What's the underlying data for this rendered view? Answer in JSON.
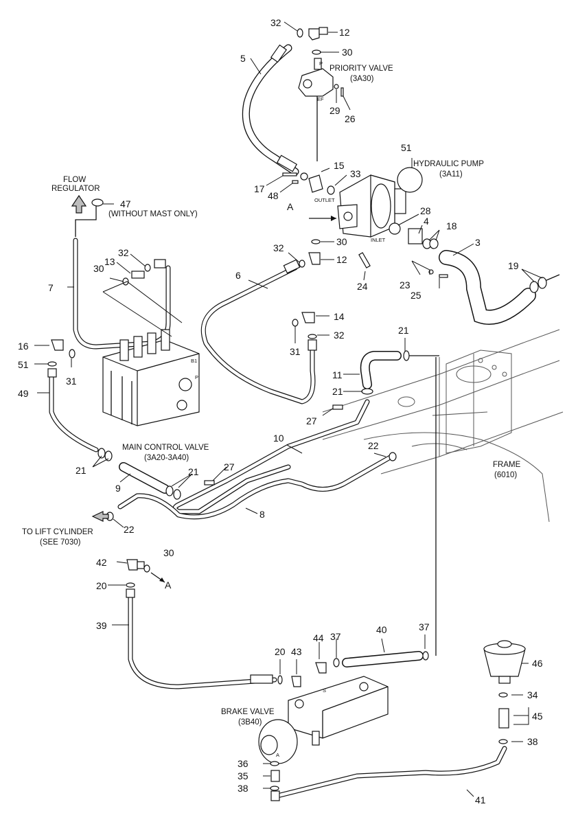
{
  "labels": {
    "priority_valve": "PRIORITY VALVE",
    "priority_valve_ref": "(3A30)",
    "hydraulic_pump": "HYDRAULIC PUMP",
    "hydraulic_pump_ref": "(3A11)",
    "flow_regulator_line1": "FLOW",
    "flow_regulator_line2": "REGULATOR",
    "without_mast": "(WITHOUT MAST ONLY)",
    "main_control_valve": "MAIN CONTROL VALVE",
    "main_control_valve_ref": "(3A20-3A40)",
    "frame": "FRAME",
    "frame_ref": "(6010)",
    "to_lift_cylinder": "TO LIFT CYLINDER",
    "see_7030": "(SEE 7030)",
    "brake_valve": "BRAKE VALVE",
    "brake_valve_ref": "(3B40)",
    "outlet": "OUTLET",
    "inlet": "INLET",
    "port_p": "P",
    "port_ef": "EF",
    "port_b1": "B1",
    "port_p2": "P",
    "port_a_small": "A",
    "port_s": "S",
    "ref_a": "A",
    "ref_a2": "A"
  },
  "callouts": {
    "c32a": "32",
    "c12a": "12",
    "c30a": "30",
    "c5": "5",
    "c29": "29",
    "c26": "26",
    "c51a": "51",
    "c15": "15",
    "c33": "33",
    "c17": "17",
    "c48": "48",
    "c28": "28",
    "c4": "4",
    "c18": "18",
    "c3": "3",
    "c19": "19",
    "c47": "47",
    "c30b": "30",
    "c32b": "32",
    "c12b": "12",
    "c24": "24",
    "c23": "23",
    "c25": "25",
    "c13": "13",
    "c32c": "32",
    "c30c": "30",
    "c7": "7",
    "c6": "6",
    "c14": "14",
    "c32d": "32",
    "c31a": "31",
    "c16": "16",
    "c51b": "51",
    "c31b": "31",
    "c49": "49",
    "c21a": "21",
    "c11": "11",
    "c21b": "21",
    "c27a": "27",
    "c10": "10",
    "c22a": "22",
    "c21c": "21",
    "c21d": "21",
    "c27b": "27",
    "c9": "9",
    "c8": "8",
    "c22b": "22",
    "c42": "42",
    "c30d": "30",
    "c20a": "20",
    "c39": "39",
    "c40": "40",
    "c37a": "37",
    "c37b": "37",
    "c44": "44",
    "c43": "43",
    "c20b": "20",
    "c46": "46",
    "c34": "34",
    "c45": "45",
    "c38a": "38",
    "c36": "36",
    "c35": "35",
    "c38b": "38",
    "c41": "41"
  }
}
